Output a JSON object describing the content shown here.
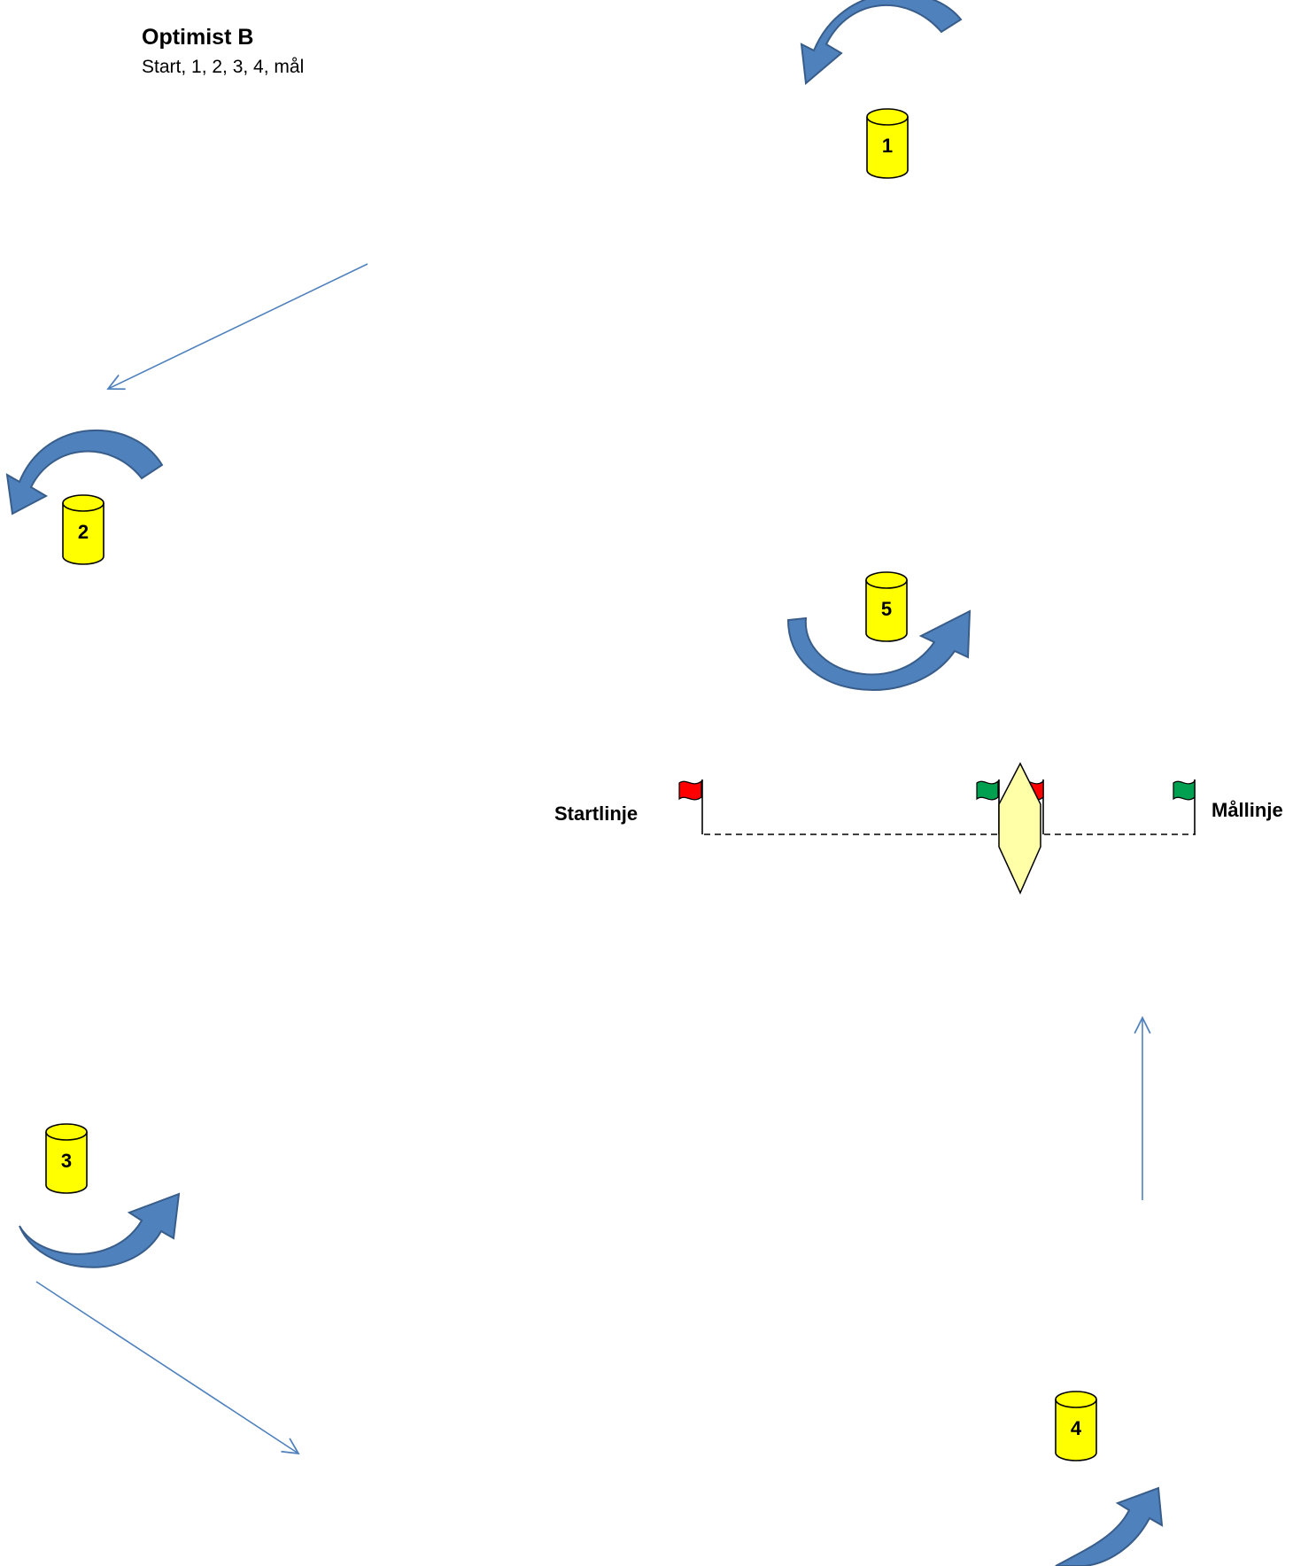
{
  "title": "Optimist B",
  "subtitle": "Start, 1, 2, 3, 4, mål",
  "labels": {
    "start_line": "Startlinje",
    "finish_line": "Mållinje"
  },
  "buoys": [
    {
      "number": "1"
    },
    {
      "number": "2"
    },
    {
      "number": "3"
    },
    {
      "number": "4"
    },
    {
      "number": "5"
    }
  ],
  "colors": {
    "buoy_fill": "#ffff00",
    "rounding_arrow": "#4f81bd",
    "course_line": "#4f81bd",
    "start_flag": "#ff0000",
    "finish_flag": "#00a050",
    "boat_fill": "#ffffa8"
  }
}
